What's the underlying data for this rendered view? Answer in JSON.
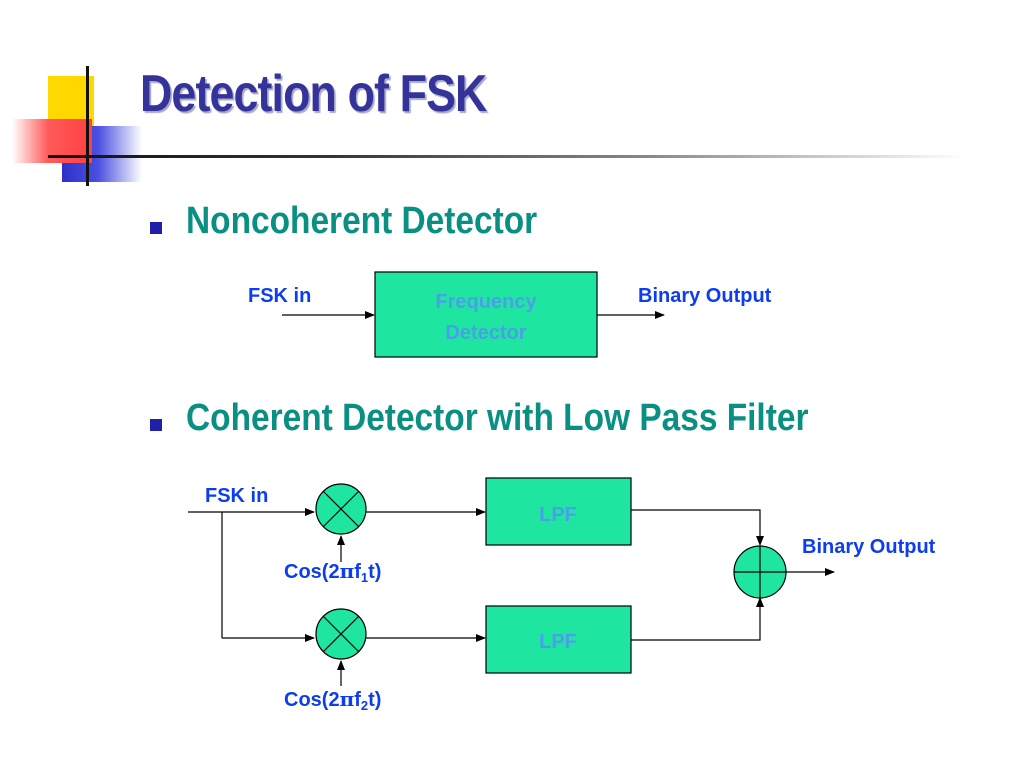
{
  "slide": {
    "title": "Detection of FSK",
    "sections": [
      {
        "heading": "Noncoherent Detector"
      },
      {
        "heading": "Coherent Detector with Low Pass Filter"
      }
    ]
  },
  "noncoherent": {
    "input_label": "FSK in",
    "output_label": "Binary Output",
    "block_line1": "Frequency",
    "block_line2": "Detector"
  },
  "coherent": {
    "input_label": "FSK in",
    "output_label": "Binary Output",
    "lpf_top": "LPF",
    "lpf_bottom": "LPF",
    "osc_top": {
      "prefix": "Cos(2",
      "pi": "π",
      "f": "f",
      "sub": "1",
      "suffix": "t)"
    },
    "osc_bottom": {
      "prefix": "Cos(2",
      "pi": "π",
      "f": "f",
      "sub": "2",
      "suffix": "t)"
    }
  },
  "colors": {
    "title": "#33339a",
    "heading": "#0a8f83",
    "label": "#0d3df0",
    "block_fill": "#1ee6a0",
    "block_text": "#4aa0e8"
  }
}
